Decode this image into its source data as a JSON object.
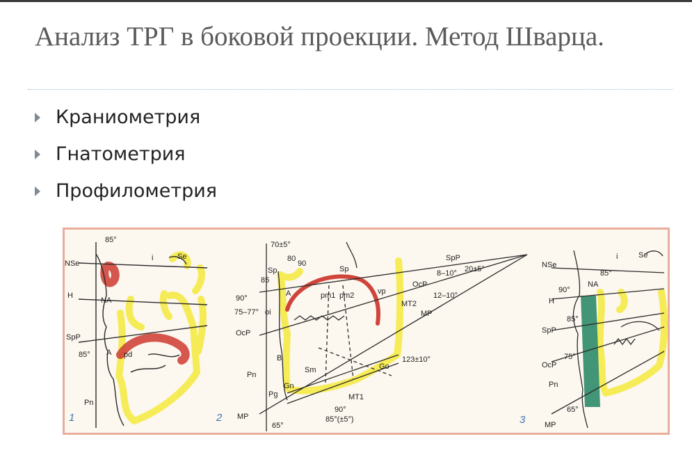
{
  "slide": {
    "title": "Анализ ТРГ в боковой проекции. Метод Шварца.",
    "bullets": [
      "Краниометрия",
      "Гнатометрия",
      "Профилометрия"
    ]
  },
  "figure": {
    "panel1": {
      "number": "1",
      "labels": {
        "angle_top": "85°",
        "nse": "NSe",
        "i": "i",
        "se": "Se",
        "h": "H",
        "na": "NA",
        "spp": "SpP",
        "angle_spp": "85°",
        "a": "A",
        "pd": "pd",
        "pn": "Pn"
      }
    },
    "panel2": {
      "number": "2",
      "labels": {
        "angle_top": "70±5°",
        "a80": "80",
        "a90t": "90",
        "sp_left": "Sp",
        "a85": "85",
        "sp": "Sp",
        "a90l": "90°",
        "a7577": "75–77°",
        "oi": "oi",
        "ocp": "OcP",
        "b": "B",
        "pn": "Pn",
        "pg": "Pg",
        "gn": "Gn",
        "sm": "Sm",
        "mp": "MP",
        "a65": "65°",
        "spp": "SpP",
        "a810": "8–10°",
        "a20": "20±5°",
        "ocp_r": "OcP",
        "a1210": "12–10°",
        "mt2": "MT2",
        "mp_r": "MP",
        "vp": "vp",
        "pm1": "pm1",
        "pm2": "pm2",
        "go": "Go",
        "a123": "123±10°",
        "mt1": "MT1",
        "a90b": "90°",
        "a85b": "85°(±5°)",
        "a": "A"
      }
    },
    "panel3": {
      "number": "3",
      "labels": {
        "nse": "NSe",
        "i": "i",
        "se": "Se",
        "a85t": "85°",
        "a90": "90°",
        "na": "NA",
        "h": "H",
        "a85": "85°",
        "spp": "SpP",
        "a75": "75°",
        "ocp": "OcP",
        "pn": "Pn",
        "a65": "65°",
        "mp": "MP"
      }
    },
    "colors": {
      "yellow": "#f4ea3c",
      "red": "#d0453b",
      "green": "#2f8a6a",
      "frame": "#e9ad9c",
      "number": "#3b76b5"
    }
  }
}
